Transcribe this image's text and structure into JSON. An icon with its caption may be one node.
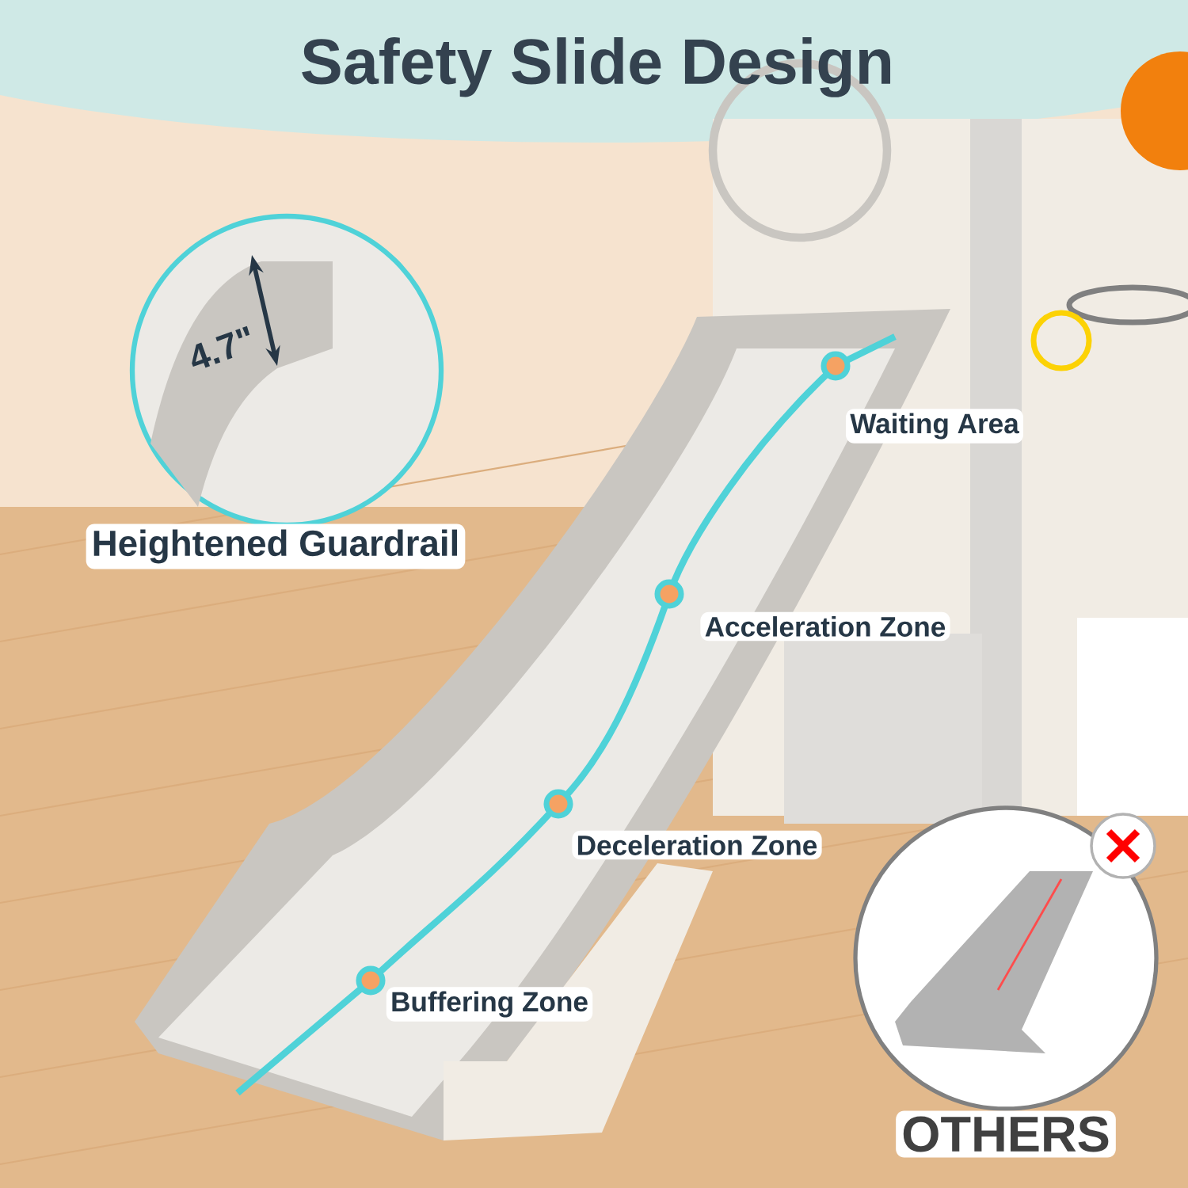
{
  "diagram": {
    "title": "Safety Slide Design",
    "nodes": [
      {
        "text": [
          "Heightened Guardrail"
        ]
      },
      {
        "text": [
          "OTHERS"
        ]
      }
    ],
    "labels": [
      "4.7\"",
      "Waiting Area",
      "Acceleration Zone",
      "Deceleration Zone",
      "Buffering Zone"
    ]
  }
}
